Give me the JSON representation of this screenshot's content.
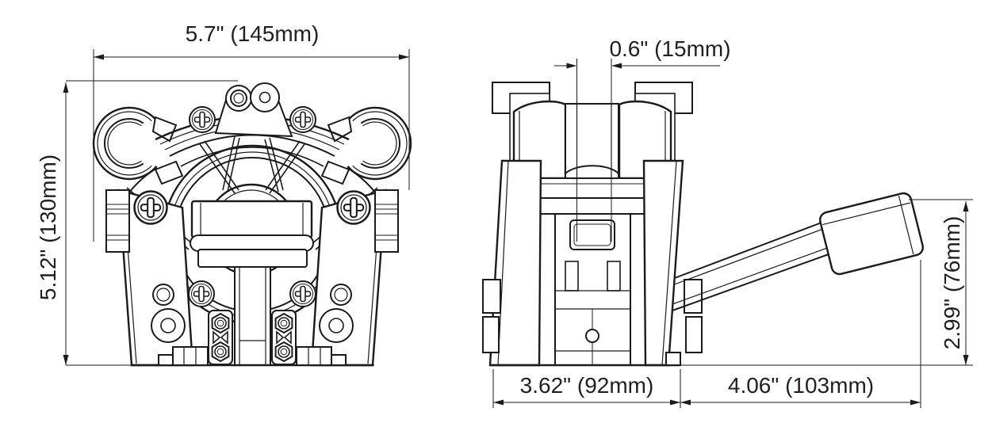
{
  "page": {
    "background_color": "#ffffff",
    "line_color": "#1b1b1b",
    "text_color": "#231f20"
  },
  "drawing": {
    "views": [
      {
        "id": "front-view"
      },
      {
        "id": "side-view"
      }
    ]
  },
  "dimensions": {
    "front_width": {
      "label": "5.7\" (145mm)",
      "inches": "5.7\"",
      "mm": "145mm",
      "orientation": "horizontal"
    },
    "front_height": {
      "label": "5.12\" (130mm)",
      "inches": "5.12\"",
      "mm": "130mm",
      "orientation": "vertical"
    },
    "port_offset": {
      "label": "0.6\" (15mm)",
      "inches": "0.6\"",
      "mm": "15mm",
      "orientation": "horizontal"
    },
    "base_depth": {
      "label": "3.62\" (92mm)",
      "inches": "3.62\"",
      "mm": "92mm",
      "orientation": "horizontal"
    },
    "pedal_reach": {
      "label": "4.06\" (103mm)",
      "inches": "4.06\"",
      "mm": "103mm",
      "orientation": "horizontal"
    },
    "pedal_height": {
      "label": "2.99\" (76mm)",
      "inches": "2.99\"",
      "mm": "76mm",
      "orientation": "vertical"
    }
  }
}
